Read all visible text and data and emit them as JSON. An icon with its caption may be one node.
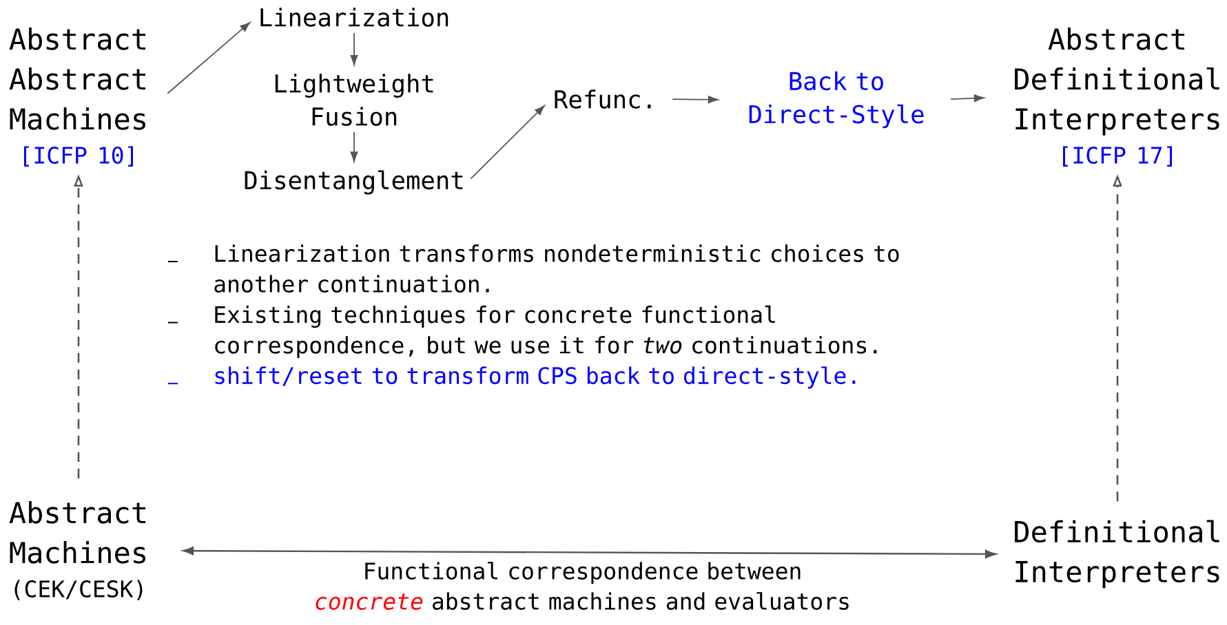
{
  "diagram": {
    "nodes": [
      {
        "text": [
          "Abstract Abstract Machines",
          "[ICFP 10]"
        ]
      },
      {
        "text": [
          "Linearization"
        ]
      },
      {
        "text": [
          "Lightweight Fusion"
        ]
      },
      {
        "text": [
          "Disentanglement"
        ]
      },
      {
        "text": [
          "Refunc."
        ]
      },
      {
        "text": [
          "Back to Direct-Style"
        ]
      },
      {
        "text": [
          "Abstract Definitional Interpreters",
          "[ICFP 17]"
        ]
      },
      {
        "text": [
          "Abstract Machines",
          "(CEK/CESK)"
        ]
      },
      {
        "text": [
          "Definitional Interpreters"
        ]
      }
    ],
    "edges": [
      {
        "from": 0,
        "to": 1,
        "arrow": "to"
      },
      {
        "from": 1,
        "to": 2,
        "arrow": "to"
      },
      {
        "from": 2,
        "to": 3,
        "arrow": "to"
      },
      {
        "from": 3,
        "to": 4,
        "arrow": "to"
      },
      {
        "from": 4,
        "to": 5,
        "arrow": "to"
      },
      {
        "from": 5,
        "to": 6,
        "arrow": "to"
      },
      {
        "from": 7,
        "to": 0,
        "arrow": "to",
        "style": "dashed"
      },
      {
        "from": 8,
        "to": 6,
        "arrow": "to",
        "style": "dashed"
      },
      {
        "from": 7,
        "to": 8,
        "arrow": "both",
        "label": "Functional correspondence between *concrete* abstract machines and evaluators"
      }
    ],
    "labels": [
      "Linearization transforms nondeterministic choices to another continuation.",
      "Existing techniques for concrete functional correspondence, but we use it for *two* continuations.",
      "shift/reset to transform CPS back to direct-style."
    ]
  }
}
